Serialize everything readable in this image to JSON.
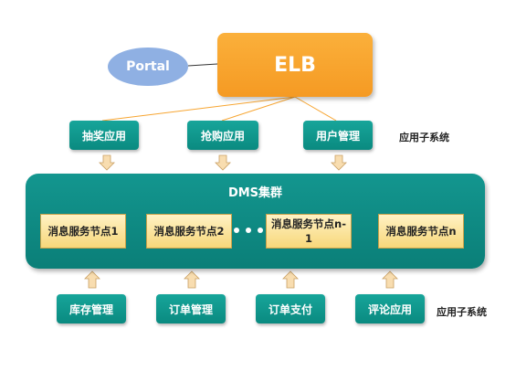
{
  "portal": {
    "label": "Portal"
  },
  "elb": {
    "label": "ELB"
  },
  "top_apps": [
    {
      "label": "抽奖应用"
    },
    {
      "label": "抢购应用"
    },
    {
      "label": "用户管理"
    }
  ],
  "top_subsystem_label": "应用子系统",
  "cluster": {
    "title": "DMS集群",
    "nodes": [
      {
        "label": "消息服务节点1"
      },
      {
        "label": "消息服务节点2"
      },
      {
        "label": "消息服务节点n-1"
      },
      {
        "label": "消息服务节点n"
      }
    ]
  },
  "bottom_apps": [
    {
      "label": "库存管理"
    },
    {
      "label": "订单管理"
    },
    {
      "label": "订单支付"
    },
    {
      "label": "评论应用"
    }
  ],
  "bottom_subsystem_label": "应用子系统",
  "colors": {
    "teal": "#0b8a80",
    "orange": "#f7a531",
    "portal_blue": "#8fb0e3",
    "node_yellow": "#f7d77a",
    "arrow_fill": "#f8ddb0"
  }
}
